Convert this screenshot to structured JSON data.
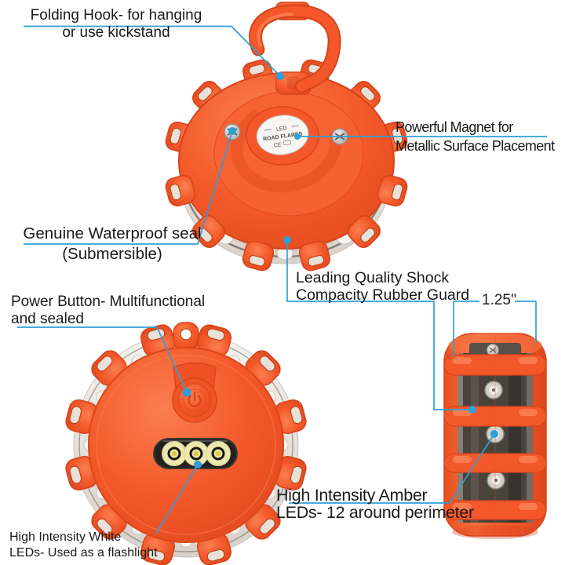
{
  "annotations": {
    "folding_hook": {
      "line1": "Folding Hook- for hanging",
      "line2": "or use kickstand"
    },
    "magnet": {
      "line1": "Powerful Magnet for",
      "line2": "Metallic Surface Placement"
    },
    "waterproof": {
      "line1": "Genuine Waterproof seal",
      "line2": "(Submersible)"
    },
    "rubber_guard": {
      "line1": "Leading Quality Shock",
      "line2": "Compacity Rubber Guard"
    },
    "power_button": {
      "line1": "Power Button- Multifunctional",
      "line2": "and sealed"
    },
    "white_leds": {
      "line1": "High Intensity White",
      "line2": "LEDs- Used as a flashlight"
    },
    "amber_leds": {
      "line1": "High Intensity Amber",
      "line2": "LEDs- 12 around perimeter"
    },
    "dimension": {
      "value": "1.25''"
    }
  },
  "device_label": {
    "line1": "LED",
    "line2": "ROAD FLARES",
    "line3": "CE"
  },
  "colors": {
    "accent_blue": "#2E9FD8",
    "orange": "#F4582A",
    "orange_dark": "#D6431C",
    "text": "#1A1A1A"
  }
}
